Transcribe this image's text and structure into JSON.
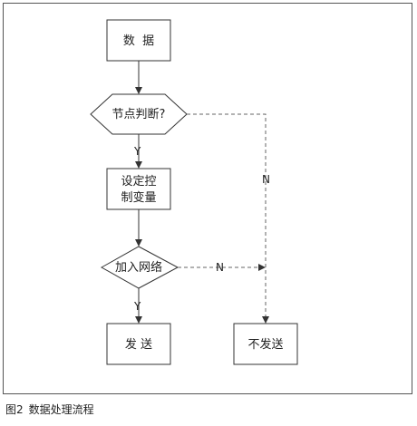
{
  "nodes": {
    "data": "数  据",
    "node_check": "节点判断?",
    "set_vars_line1": "设定控",
    "set_vars_line2": "制变量",
    "join": "加入网络",
    "send": "发 送",
    "nosend": "不发送"
  },
  "edges": {
    "yes1": "Y",
    "yes2": "Y",
    "no1": "N",
    "no2": "N"
  },
  "caption": {
    "fig_no": "图2",
    "title": "数据处理流程"
  }
}
